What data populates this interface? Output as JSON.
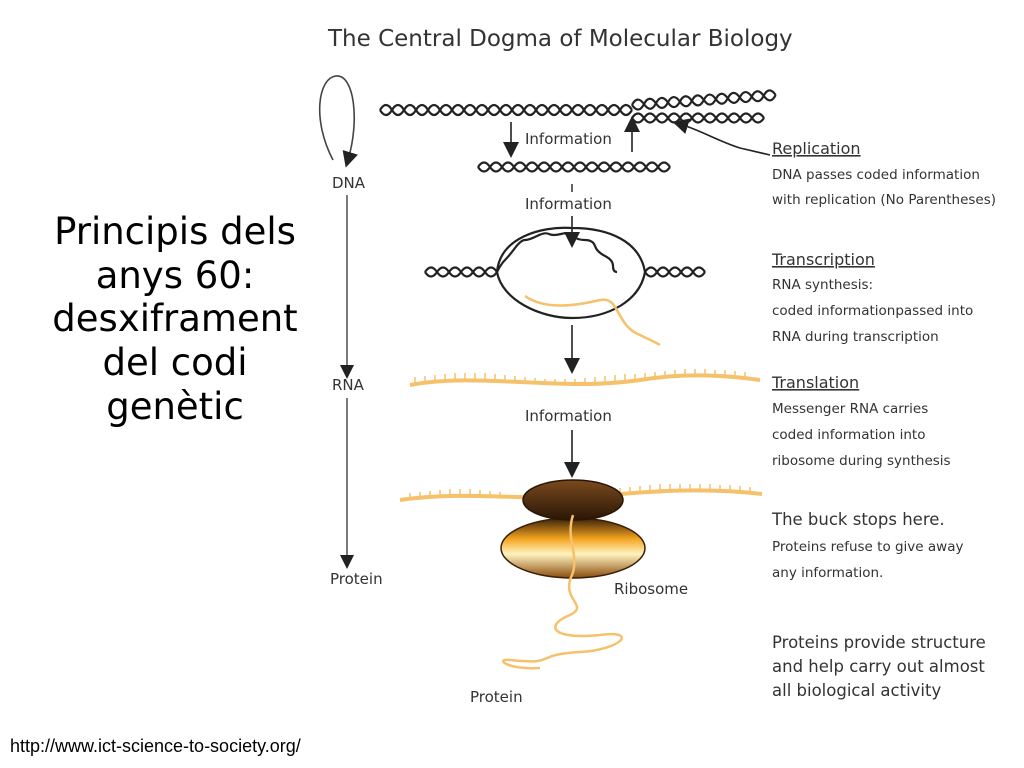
{
  "diagram": {
    "title": "The Central Dogma of Molecular Biology",
    "side_axis": {
      "dna": "DNA",
      "rna": "RNA",
      "protein": "Protein"
    },
    "flow_labels": {
      "information_1": "Information",
      "information_2": "Information",
      "information_3": "Information",
      "ribosome": "Ribosome",
      "protein_bottom": "Protein"
    },
    "notes": {
      "replication": {
        "heading": "Replication",
        "lines": [
          "DNA passes coded information",
          "with replication (No Parentheses)"
        ]
      },
      "transcription": {
        "heading": "Transcription",
        "lines": [
          "RNA synthesis:",
          "coded informationpassed into",
          "RNA during transcription"
        ]
      },
      "translation": {
        "heading": "Translation",
        "lines": [
          "Messenger RNA carries",
          "coded information into",
          "ribosome during synthesis"
        ]
      },
      "buck": {
        "heading": "The buck stops here.",
        "lines": [
          "Proteins refuse to give away",
          "any information."
        ]
      },
      "proteins": {
        "lines": [
          "Proteins provide structure",
          "and help carry out almost",
          "all biological activity"
        ]
      }
    }
  },
  "slide": {
    "title_lines": [
      "Principis dels",
      "anys 60:",
      "desxiframent",
      "del codi",
      "genètic"
    ],
    "source_url": "http://www.ict-science-to-society.org/"
  },
  "colors": {
    "strand": "#222222",
    "rna": "#f5c26b",
    "ribosome_dark": "#4a2c12",
    "ribosome_light": "#f0a21c",
    "text": "#333333"
  }
}
